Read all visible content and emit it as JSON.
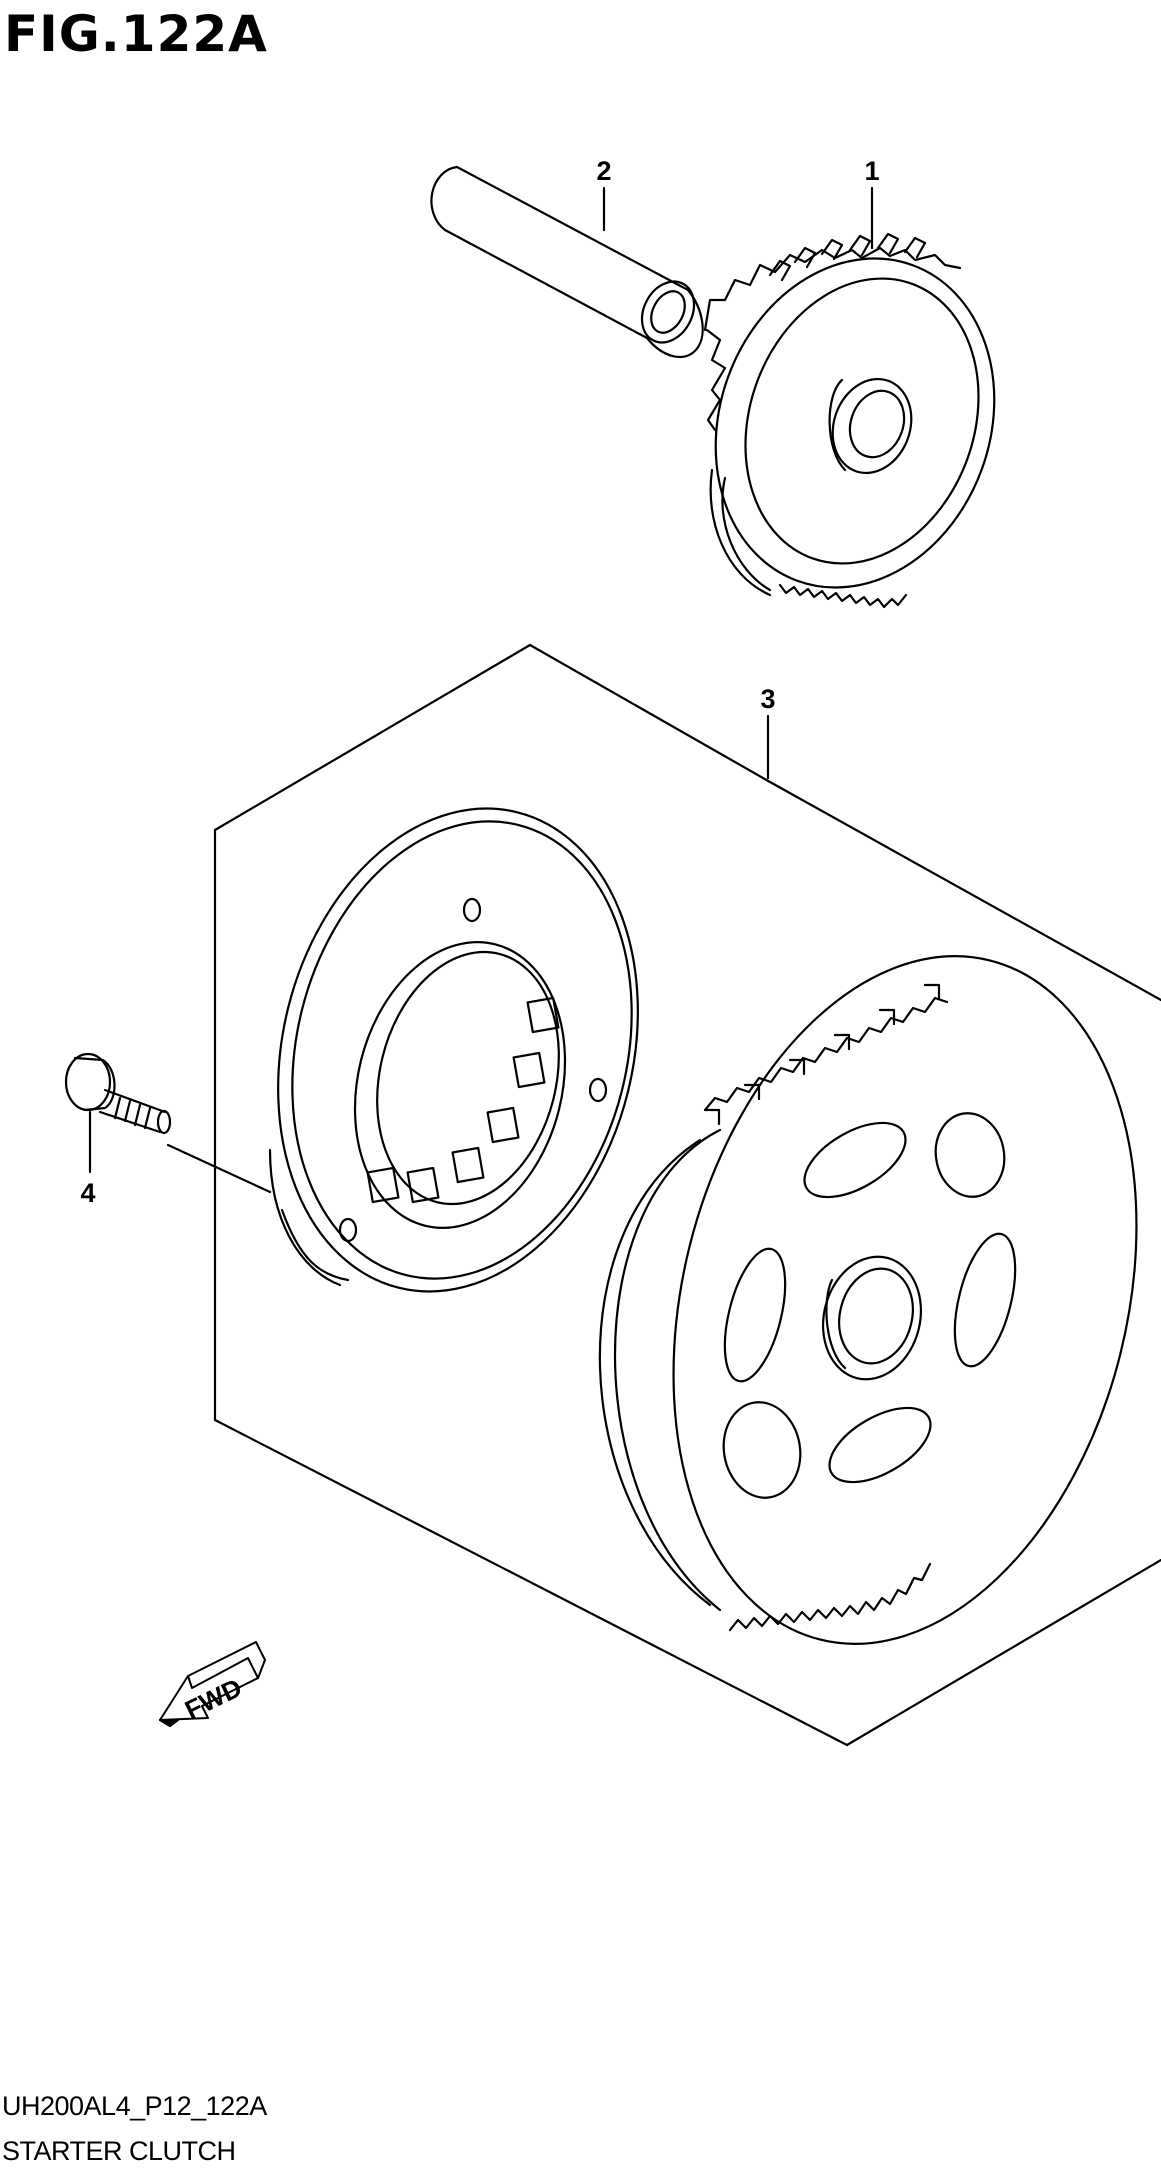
{
  "figure": {
    "title": "FIG.122A",
    "code": "UH200AL4_P12_122A",
    "caption": "STARTER CLUTCH"
  },
  "callouts": [
    "1",
    "2",
    "3",
    "4"
  ],
  "direction_label": "FWD",
  "colors": {
    "line": "#000000",
    "background": "#ffffff"
  }
}
